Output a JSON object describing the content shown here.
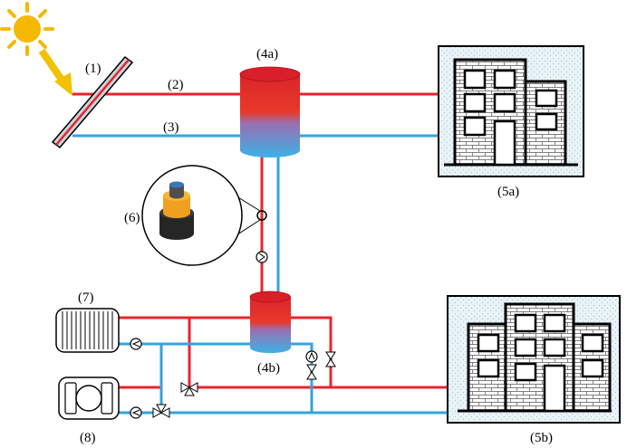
{
  "labels": {
    "collector": "(1)",
    "supply_line": "(2)",
    "return_line": "(3)",
    "storage_main": "(4a)",
    "storage_local": "(4b)",
    "building_1": "(5a)",
    "building_2": "(5b)",
    "pipe_detail": "(6)",
    "heat_exchanger": "(7)",
    "heat_pump": "(8)"
  },
  "colors": {
    "hot": "#e8242b",
    "cold": "#35a3dc",
    "sun": "#f5b800",
    "ray": "#f2c200",
    "building_bg": "#e6f1f5",
    "pipe_core": "#3a76b8",
    "pipe_insulation": "#f0a020",
    "pipe_jacket": "#222222"
  },
  "icons": [
    "sun-icon",
    "solar-collector-icon",
    "storage-tank-icon",
    "building-icon",
    "pipe-cross-section-icon",
    "radiator-icon",
    "heat-pump-icon",
    "pump-icon",
    "valve-icon",
    "three-way-valve-icon"
  ]
}
